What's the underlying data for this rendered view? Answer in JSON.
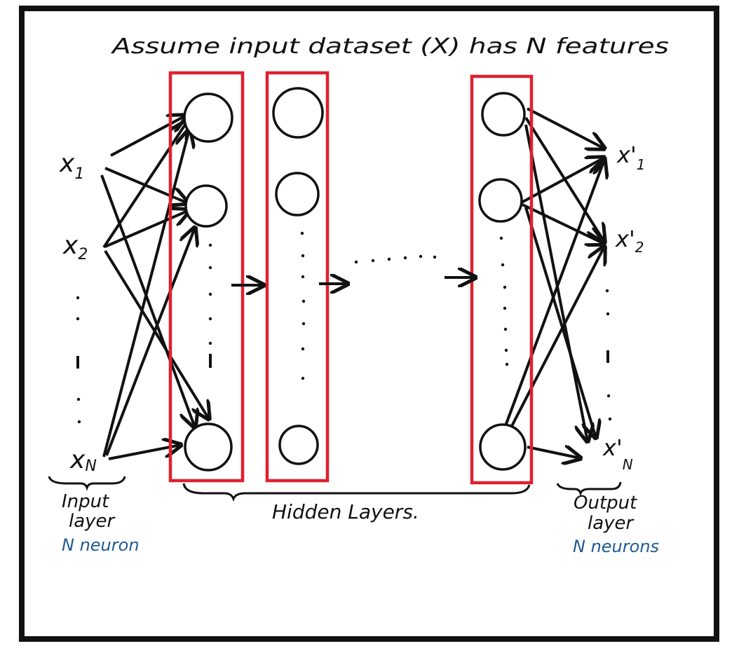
{
  "title": "Assume input dataset (X) has N features",
  "input": {
    "labels": [
      "x",
      "x",
      "x"
    ],
    "subscripts": [
      "1",
      "2",
      "N"
    ],
    "caption_line1": "Input",
    "caption_line2": "layer",
    "count": "N neuron"
  },
  "output": {
    "labels": [
      "x'",
      "x'",
      "x'"
    ],
    "subscripts": [
      "1",
      "2",
      "N"
    ],
    "caption_line1": "Output",
    "caption_line2": "layer",
    "count": "N neurons"
  },
  "hidden_caption": "Hidden Layers.",
  "colors": {
    "ink": "#111111",
    "layer_box": "#e0202e",
    "annotation": "#1f5a96"
  }
}
